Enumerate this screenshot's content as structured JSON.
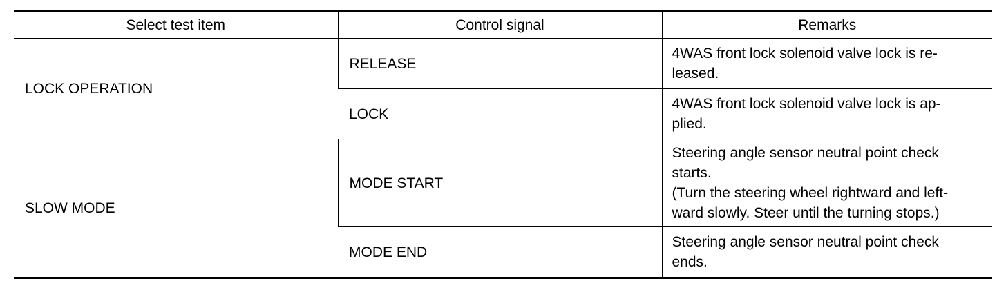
{
  "table": {
    "headers": [
      "Select test item",
      "Control signal",
      "Remarks"
    ],
    "groups": [
      {
        "item": "LOCK OPERATION",
        "rows": [
          {
            "signal": "RELEASE",
            "remark_lines": [
              "4WAS front lock solenoid valve lock is re-",
              "leased."
            ]
          },
          {
            "signal": "LOCK",
            "remark_lines": [
              "4WAS front lock solenoid valve lock is ap-",
              "plied."
            ]
          }
        ]
      },
      {
        "item": "SLOW MODE",
        "rows": [
          {
            "signal": "MODE START",
            "remark_lines": [
              "Steering angle sensor neutral point check",
              "starts.",
              "(Turn the steering wheel rightward and left-",
              "ward slowly. Steer until the turning stops.)"
            ]
          },
          {
            "signal": "MODE END",
            "remark_lines": [
              "Steering angle sensor neutral point check",
              "ends."
            ]
          }
        ]
      }
    ]
  }
}
